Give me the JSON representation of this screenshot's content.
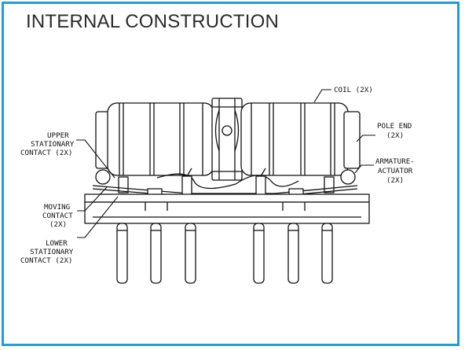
{
  "title": "INTERNAL CONSTRUCTION",
  "accent_color": "#1aa0dc",
  "labels": {
    "coil": "COIL (2X)",
    "pole_end": [
      "POLE END",
      "(2X)"
    ],
    "upper_contact": [
      "UPPER",
      "STATIONARY",
      "CONTACT (2X)"
    ],
    "armature": [
      "ARMATURE-",
      "ACTUATOR",
      "(2X)"
    ],
    "moving_contact": [
      "MOVING",
      "CONTACT",
      "(2X)"
    ],
    "lower_contact": [
      "LOWER",
      "STATIONARY",
      "CONTACT (2X)"
    ]
  }
}
